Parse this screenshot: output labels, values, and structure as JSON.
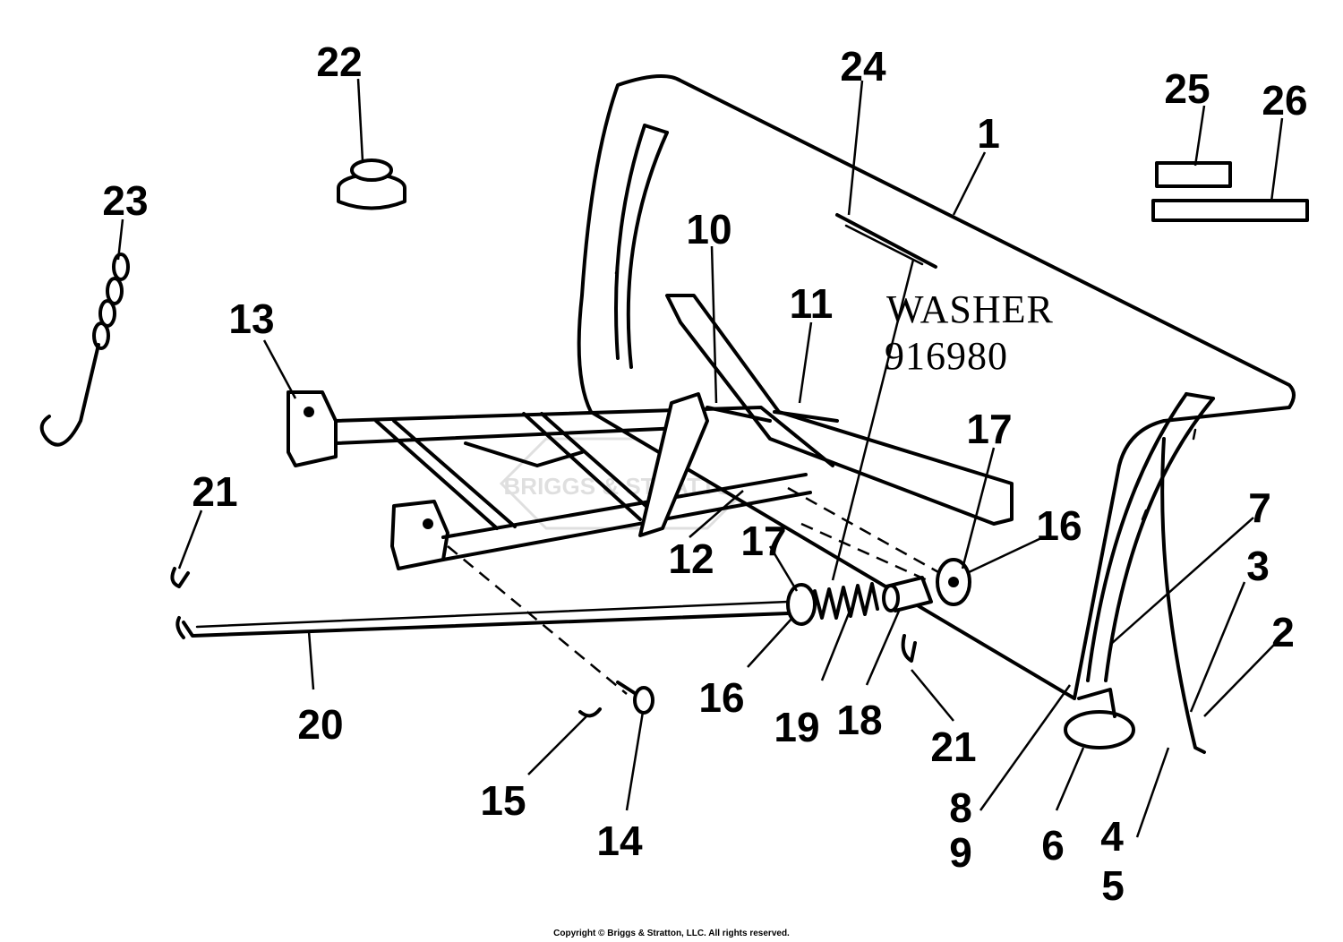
{
  "callouts": {
    "c1": "1",
    "c2": "2",
    "c3": "3",
    "c4": "4",
    "c5": "5",
    "c6": "6",
    "c7": "7",
    "c8": "8",
    "c9": "9",
    "c10": "10",
    "c11": "11",
    "c12": "12",
    "c13": "13",
    "c14": "14",
    "c15": "15",
    "c16a": "16",
    "c16b": "16",
    "c17a": "17",
    "c17b": "17",
    "c18": "18",
    "c19": "19",
    "c20": "20",
    "c21a": "21",
    "c21b": "21",
    "c22": "22",
    "c23": "23",
    "c24": "24",
    "c25": "25",
    "c26": "26"
  },
  "note": {
    "line1": "WASHER",
    "line2": "916980"
  },
  "watermark": "BRIGGS & STRATTON",
  "copyright": "Copyright © Briggs & Stratton, LLC. All rights reserved."
}
